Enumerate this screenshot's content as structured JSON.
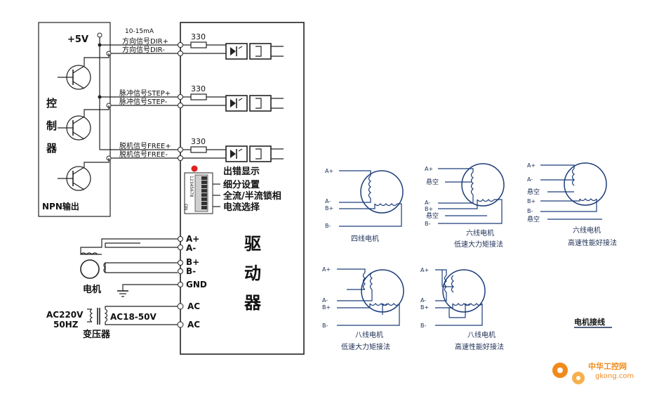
{
  "controller": {
    "supply": "+5V",
    "current": "10-15mA",
    "title_chars": [
      "控",
      "制",
      "器"
    ],
    "npn_label": "NPN输出",
    "signals": [
      {
        "pos": "方向信号DIR+",
        "neg": "方向信号DIR-",
        "resistor": "330"
      },
      {
        "pos": "脉冲信号STEP+",
        "neg": "脉冲信号STEP-",
        "resistor": "330"
      },
      {
        "pos": "脱机信号FREE+",
        "neg": "脱机信号FREE-",
        "resistor": "330"
      }
    ]
  },
  "driver": {
    "error_display": "出错显示",
    "dip_numbers": "12345678",
    "dip_on": "ON",
    "settings": [
      "细分设置",
      "全流/半流锁相",
      "电流选择"
    ],
    "title_chars": [
      "驱",
      "动",
      "器"
    ],
    "motor_terminals": [
      "A+",
      "A-",
      "B+",
      "B-",
      "GND"
    ],
    "ac_terminals": [
      "AC",
      "AC"
    ]
  },
  "motor": {
    "label": "电机"
  },
  "transformer": {
    "input_line1": "AC220V",
    "input_line2": "50HZ",
    "output": "AC18-50V",
    "label": "变压器"
  },
  "diagrams": [
    {
      "name": "四线电机",
      "subtitle": "",
      "terms": [
        "A+",
        "A-",
        "B+",
        "B-"
      ]
    },
    {
      "name": "六线电机",
      "subtitle": "低速大力矩接法",
      "terms": [
        "A+",
        "悬空",
        "A-",
        "B+",
        "悬空",
        "B-"
      ]
    },
    {
      "name": "六线电机",
      "subtitle": "高速性能好接法",
      "terms": [
        "A+",
        "A-",
        "悬空",
        "B+",
        "B-",
        "悬空"
      ]
    },
    {
      "name": "八线电机",
      "subtitle": "低速大力矩接法",
      "terms": [
        "A+",
        "A-",
        "B+",
        "B-"
      ]
    },
    {
      "name": "八线电机",
      "subtitle": "高速性能好接法",
      "terms": [
        "A+",
        "A-",
        "B+",
        "B-"
      ]
    }
  ],
  "wiring_title": "电机接线",
  "watermark": {
    "brand": "中华工控网",
    "domain": "gkong.com"
  },
  "colors": {
    "line": "#222222",
    "motor_blue": "#1c3d7a",
    "led_red": "#e02020",
    "watermark_orange": "#f08a1c"
  }
}
